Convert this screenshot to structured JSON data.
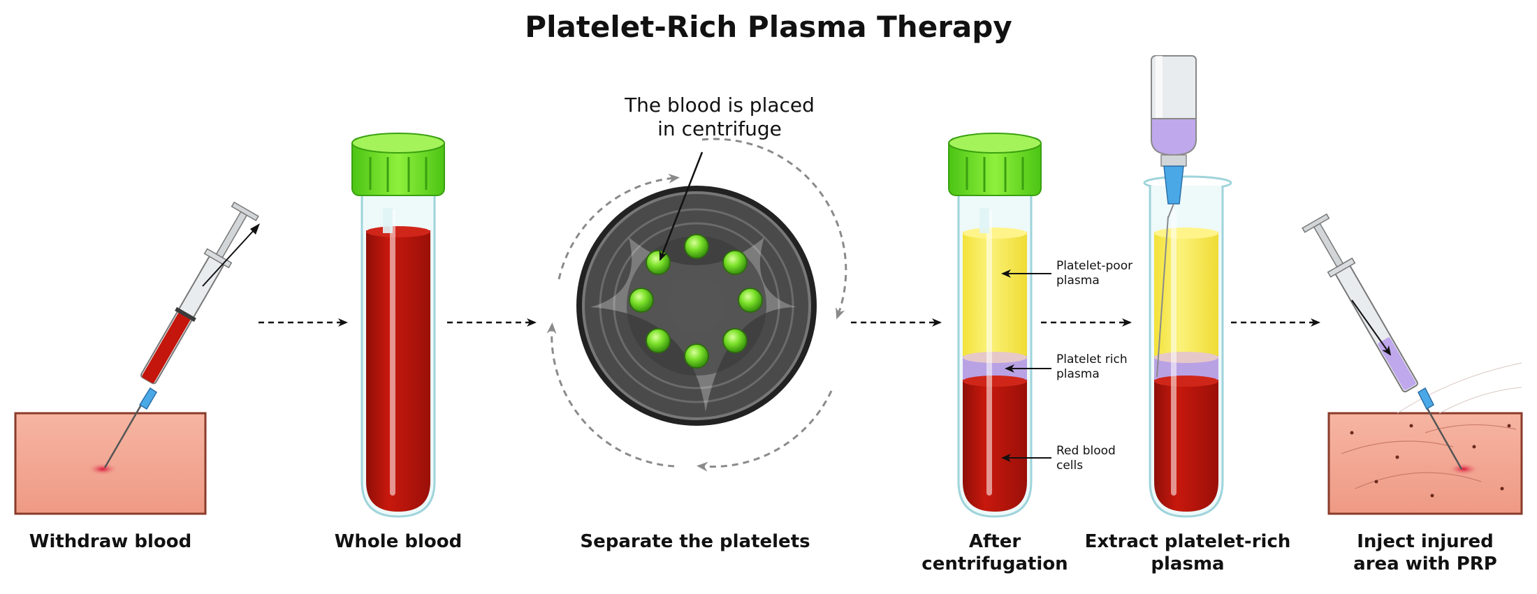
{
  "title": "Platelet-Rich Plasma Therapy",
  "steps": [
    {
      "label": "Withdraw blood"
    },
    {
      "label": "Whole blood"
    },
    {
      "label": "Separate the platelets"
    },
    {
      "label": "After\ncentrifugation"
    },
    {
      "label": "Extract platelet-rich\nplasma"
    },
    {
      "label": "Inject injured\narea with PRP"
    }
  ],
  "centrifuge_callout": "The blood is placed\nin centrifuge",
  "layers": [
    {
      "label": "Platelet-poor\nplasma"
    },
    {
      "label": "Platelet rich\nplasma"
    },
    {
      "label": "Red blood\ncells"
    }
  ],
  "colors": {
    "blood": "#b3140b",
    "plasma": "#f8ed58",
    "prp": "#b9a2e4",
    "cap": "#6fe01e",
    "skin": "#f2a28e",
    "centrifuge": "#4a4a4a",
    "tube_glass": "#bfe5ea"
  }
}
